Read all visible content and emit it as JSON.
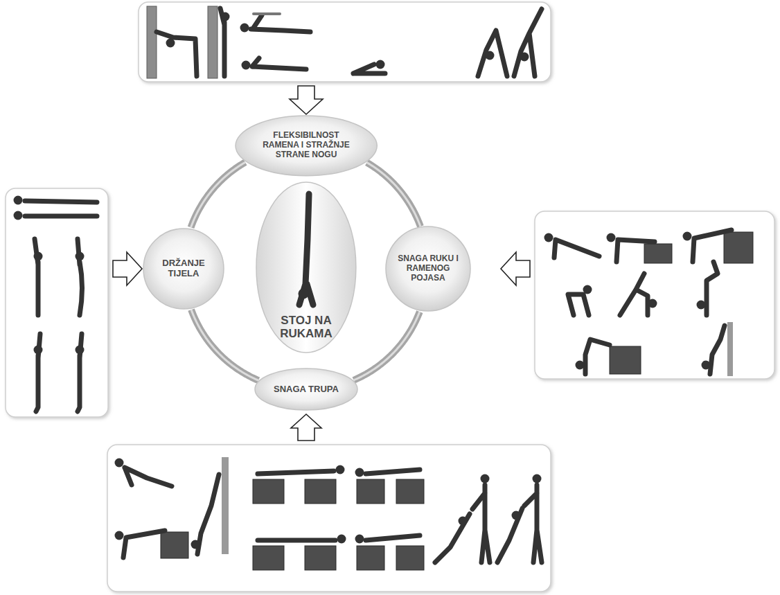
{
  "diagram": {
    "nodes": [
      {
        "text": [
          "FLEKSIBILNOST RAMENA I STRAŽNJE STRANE NOGU"
        ]
      },
      {
        "text": [
          "DRŽANJE TIJELA"
        ]
      },
      {
        "text": [
          "STOJ NA RUKAMA"
        ]
      },
      {
        "text": [
          "SNAGA RUKU I RAMENOG POJASA"
        ]
      },
      {
        "text": [
          "SNAGA TRUPA"
        ]
      }
    ],
    "edges": [
      {
        "from": 0,
        "to": 3,
        "arrow": "none"
      },
      {
        "from": 3,
        "to": 4,
        "arrow": "none"
      },
      {
        "from": 4,
        "to": 1,
        "arrow": "none"
      },
      {
        "from": 1,
        "to": 0,
        "arrow": "none"
      }
    ]
  }
}
